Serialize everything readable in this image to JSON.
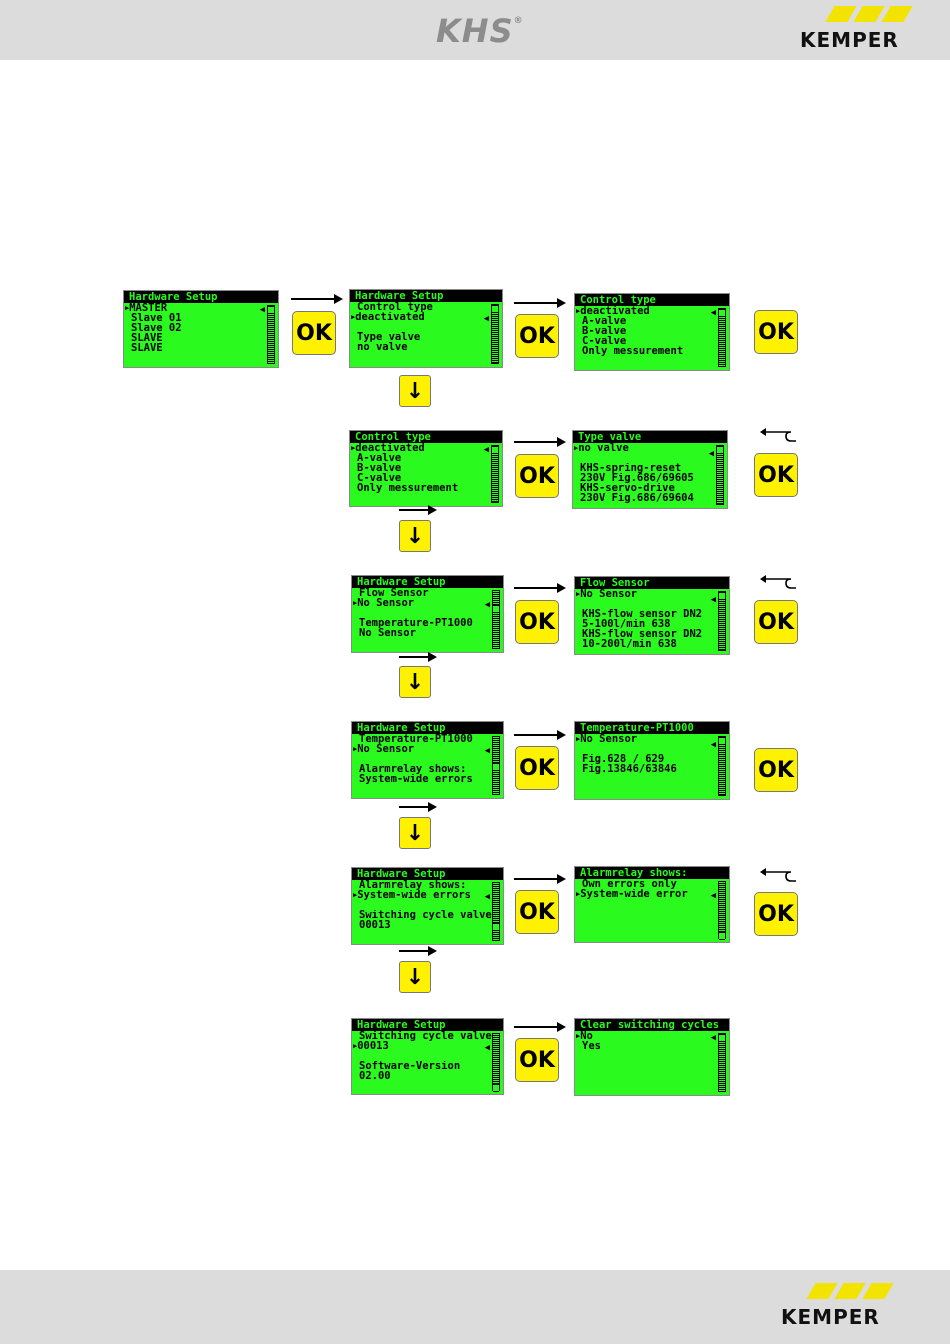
{
  "header": {
    "logo_text": "KHS",
    "registered_mark": "®",
    "brand": "KEMPER"
  },
  "footer": {
    "brand": "KEMPER"
  },
  "ok_label": "OK",
  "down_glyph": "↓",
  "screens": {
    "s1": {
      "title": "Hardware Setup",
      "lines": [
        "MASTER",
        "Slave 01",
        "Slave 02",
        "SLAVE",
        "SLAVE"
      ]
    },
    "s2": {
      "title": "Hardware Setup",
      "lines": [
        "Control type",
        "deactivated",
        "",
        "Type valve",
        "no valve"
      ]
    },
    "s3": {
      "title": "Control type",
      "lines": [
        "deactivated",
        "A-valve",
        "B-valve",
        "C-valve",
        "Only messurement"
      ]
    },
    "s4": {
      "title": "Control type",
      "lines": [
        "deactivated",
        "A-valve",
        "B-valve",
        "C-valve",
        "Only messurement"
      ]
    },
    "s5": {
      "title": "Type valve",
      "lines": [
        "no valve",
        "",
        "KHS-spring-reset",
        "230V Fig.686/69605",
        "KHS-servo-drive",
        "230V Fig.686/69604"
      ]
    },
    "s6": {
      "title": "Hardware Setup",
      "lines": [
        "Flow Sensor",
        "No Sensor",
        "",
        "Temperature-PT1000",
        "No Sensor"
      ]
    },
    "s7": {
      "title": "Flow Sensor",
      "lines": [
        "No Sensor",
        "",
        "KHS-flow sensor DN2",
        "5-100l/min 638",
        "KHS-flow sensor DN2",
        "10-200l/min 638"
      ]
    },
    "s8": {
      "title": "Hardware Setup",
      "lines": [
        "Temperature-PT1000",
        "No Sensor",
        "",
        "Alarmrelay shows:",
        "System-wide errors"
      ]
    },
    "s9": {
      "title": "Temperature-PT1000",
      "lines": [
        "No Sensor",
        "",
        "Fig.628 / 629",
        "Fig.13846/63846"
      ]
    },
    "s10": {
      "title": "Hardware Setup",
      "lines": [
        "Alarmrelay shows:",
        "System-wide errors",
        "",
        "Switching cycle valve",
        "00013"
      ]
    },
    "s11": {
      "title": "Alarmrelay shows:",
      "lines": [
        "Own errors only",
        "System-wide error"
      ]
    },
    "s12": {
      "title": "Hardware Setup",
      "lines": [
        "Switching cycle valve",
        "00013",
        "",
        "Software-Version",
        "02.00"
      ]
    },
    "s13": {
      "title": "Clear switching cycles",
      "lines": [
        "No",
        "Yes"
      ]
    }
  }
}
